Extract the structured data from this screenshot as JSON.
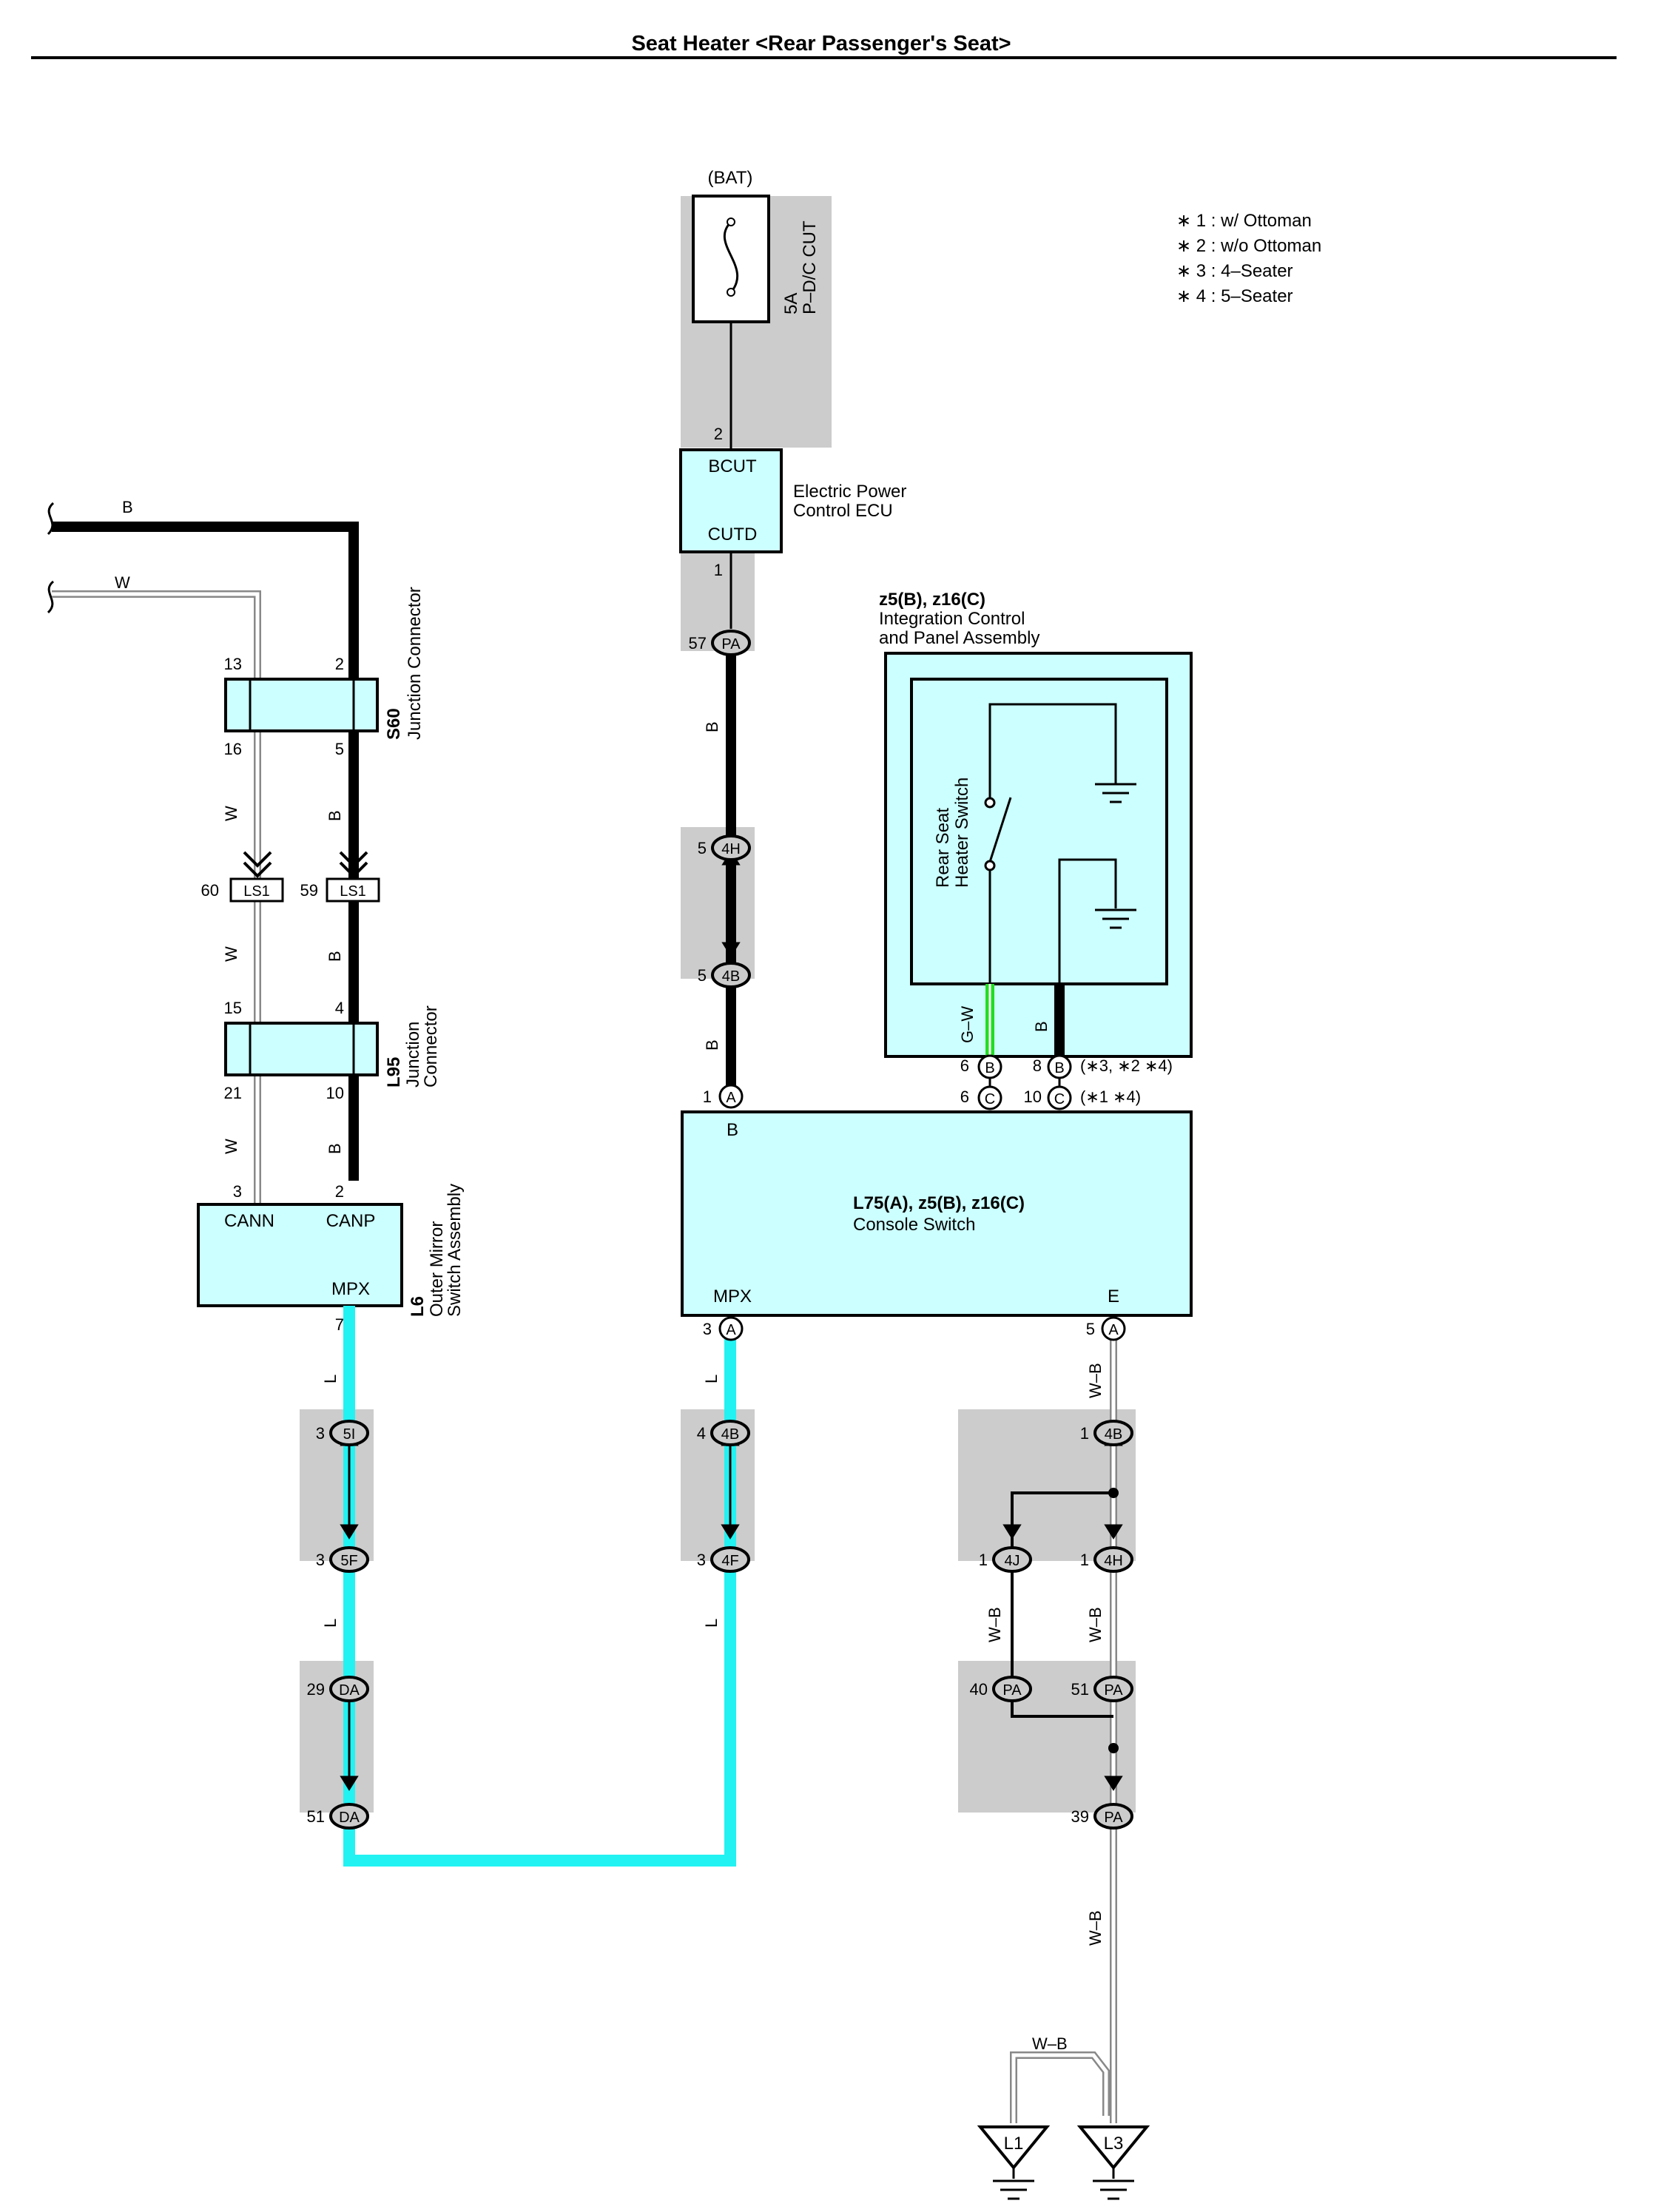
{
  "title": "Seat Heater <Rear Passenger's Seat>",
  "notes": [
    "∗ 1 : w/ Ottoman",
    "∗ 2 : w/o Ottoman",
    "∗ 3 : 4–Seater",
    "∗ 4 : 5–Seater"
  ],
  "bat": "(BAT)",
  "fuse": {
    "rating": "5A",
    "name": "P–D/C CUT",
    "pin": "2"
  },
  "ecu": {
    "name_line1": "Electric Power",
    "name_line2": "Control ECU",
    "in": "BCUT",
    "out": "CUTD",
    "out_pin": "1"
  },
  "s60": {
    "code": "S60",
    "name": "Junction Connector",
    "pins": [
      "13",
      "2",
      "16",
      "5"
    ]
  },
  "l95": {
    "code": "L95",
    "name_line1": "Junction",
    "name_line2": "Connector",
    "pins": [
      "15",
      "4",
      "21",
      "10"
    ]
  },
  "ls1": {
    "label": "LS1",
    "left_pin": "60",
    "right_pin": "59"
  },
  "l6": {
    "code": "L6",
    "name_line1": "Outer Mirror",
    "name_line2": "Switch Assembly",
    "cann": "CANN",
    "canp": "CANP",
    "mpx": "MPX",
    "pin_cann": "3",
    "pin_canp": "2",
    "pin_mpx": "7"
  },
  "integration": {
    "code": "z5(B), z16(C)",
    "name_line1": "Integration Control",
    "name_line2": "and Panel Assembly",
    "switch_line1": "Rear Seat",
    "switch_line2": "Heater Switch"
  },
  "console": {
    "code": "L75(A), z5(B), z16(C)",
    "name": "Console Switch",
    "b": "B",
    "mpx": "MPX",
    "e": "E"
  },
  "console_pins": {
    "b_num": "1",
    "b_conn": "A",
    "gw_b_num": "6",
    "gw_b_conn": "B",
    "gw_c_num": "6",
    "gw_c_conn": "C",
    "b2_b_num": "8",
    "b2_b_conn": "B",
    "b2_b_note": "(∗3,  ∗2 ∗4)",
    "b2_c_num": "10",
    "b2_c_conn": "C",
    "b2_c_note": "(∗1 ∗4)",
    "mpx_num": "3",
    "mpx_conn": "A",
    "e_num": "5",
    "e_conn": "A"
  },
  "connectors": {
    "pa57": {
      "num": "57",
      "id": "PA"
    },
    "c4h_top": {
      "num": "5",
      "id": "4H"
    },
    "c4b_top": {
      "num": "5",
      "id": "4B"
    },
    "c5i": {
      "num": "3",
      "id": "5I"
    },
    "c5f": {
      "num": "3",
      "id": "5F"
    },
    "da29": {
      "num": "29",
      "id": "DA"
    },
    "da51": {
      "num": "51",
      "id": "DA"
    },
    "c4b_mid": {
      "num": "4",
      "id": "4B"
    },
    "c4f": {
      "num": "3",
      "id": "4F"
    },
    "c4b_right": {
      "num": "1",
      "id": "4B"
    },
    "c4j": {
      "num": "1",
      "id": "4J"
    },
    "c4h_right": {
      "num": "1",
      "id": "4H"
    },
    "pa40": {
      "num": "40",
      "id": "PA"
    },
    "pa51": {
      "num": "51",
      "id": "PA"
    },
    "pa39": {
      "num": "39",
      "id": "PA"
    }
  },
  "grounds": {
    "l1": "L1",
    "l3": "L3"
  },
  "wire_colors": {
    "b": "B",
    "w": "W",
    "l": "L",
    "gw": "G–W",
    "wb": "W–B"
  },
  "colors": {
    "cyan_wire": "#22f2f2",
    "green_wire": "#22dd22",
    "box_fill": "#ccffff",
    "shade": "#cccccc",
    "black_wire": "#000000"
  }
}
